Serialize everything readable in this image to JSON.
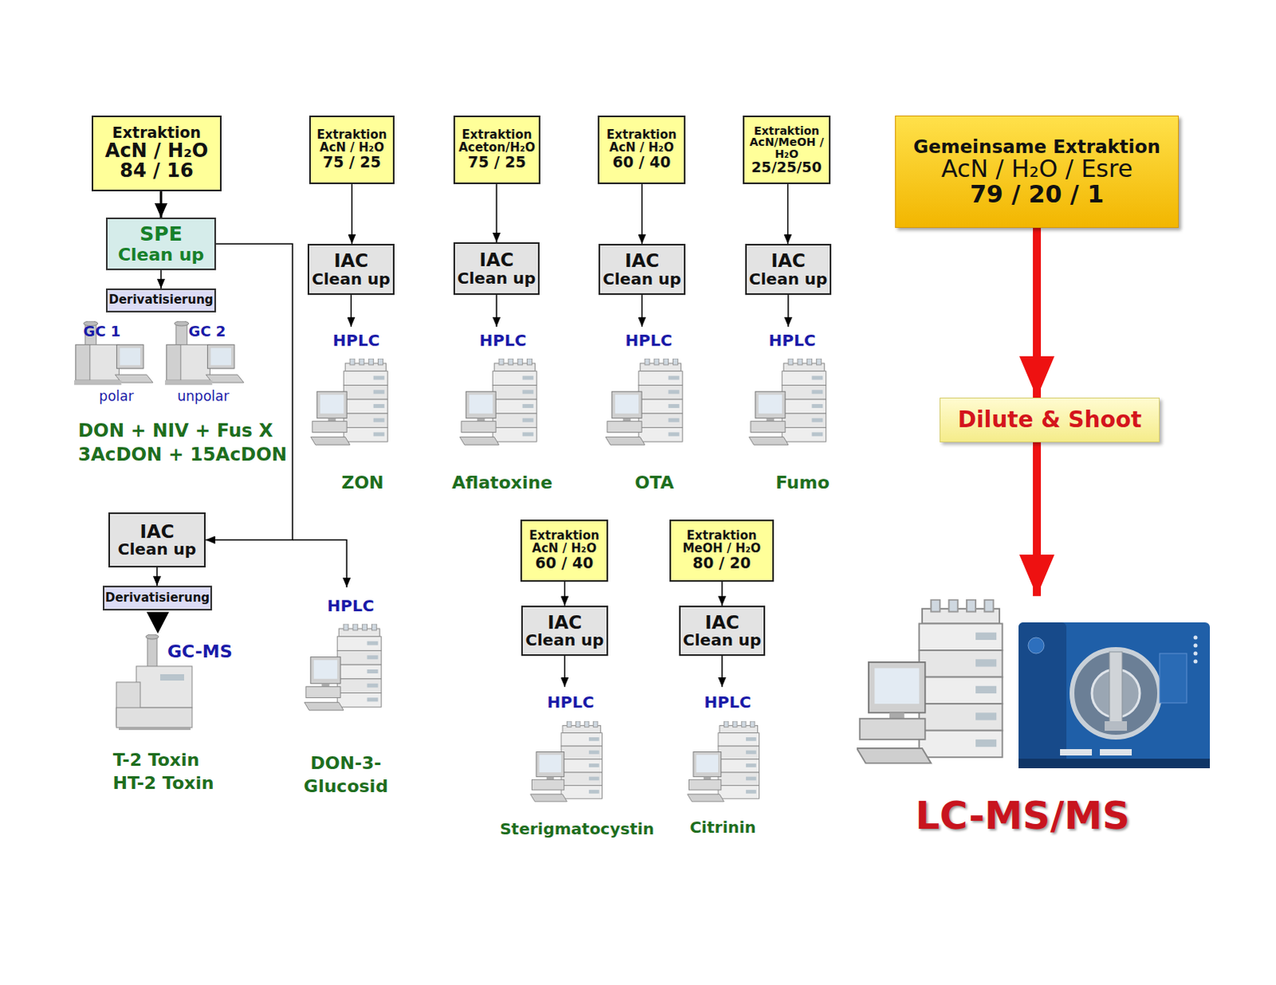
{
  "diagram": {
    "nodes": [
      {
        "text": [
          "Extraktion",
          "AcN / H₂O",
          "84 / 16"
        ]
      },
      {
        "text": [
          "Extraktion",
          "AcN / H₂O",
          "75 / 25"
        ]
      },
      {
        "text": [
          "Extraktion",
          "Aceton/H₂O",
          "75 / 25"
        ]
      },
      {
        "text": [
          "Extraktion",
          "AcN / H₂O",
          "60 / 40"
        ]
      },
      {
        "text": [
          "Extraktion",
          "AcN/MeOH / H₂O",
          "25/25/50"
        ]
      },
      {
        "text": [
          "Gemeinsame Extraktion",
          "AcN / H₂O / Esre",
          "79 / 20 / 1"
        ]
      },
      {
        "text": [
          "SPE",
          "Clean up"
        ]
      },
      {
        "text": [
          "IAC",
          "Clean up"
        ]
      },
      {
        "text": [
          "IAC",
          "Clean up"
        ]
      },
      {
        "text": [
          "IAC",
          "Clean up"
        ]
      },
      {
        "text": [
          "IAC",
          "Clean up"
        ]
      },
      {
        "text": [
          "Derivatisierung"
        ]
      },
      {
        "text": [
          "Dilute & Shoot"
        ]
      },
      {
        "text": [
          "IAC",
          "Clean up"
        ]
      },
      {
        "text": [
          "Extraktion",
          "AcN / H₂O",
          "60 / 40"
        ]
      },
      {
        "text": [
          "Extraktion",
          "MeOH / H₂O",
          "80 / 20"
        ]
      },
      {
        "text": [
          "Derivatisierung"
        ]
      },
      {
        "text": [
          "IAC",
          "Clean up"
        ]
      },
      {
        "text": [
          "IAC",
          "Clean up"
        ]
      }
    ],
    "edges": [
      {
        "from": 0,
        "to": 6,
        "arrow": "to"
      },
      {
        "from": 1,
        "to": 7,
        "arrow": "to"
      },
      {
        "from": 2,
        "to": 8,
        "arrow": "to"
      },
      {
        "from": 3,
        "to": 9,
        "arrow": "to"
      },
      {
        "from": 4,
        "to": 10,
        "arrow": "to"
      },
      {
        "from": 6,
        "to": 11,
        "arrow": "to"
      },
      {
        "from": 5,
        "to": 12,
        "arrow": "to"
      },
      {
        "from": 6,
        "to": 13,
        "arrow": "to"
      },
      {
        "from": 13,
        "to": 16,
        "arrow": "to"
      },
      {
        "from": 14,
        "to": 17,
        "arrow": "to"
      },
      {
        "from": 15,
        "to": 18,
        "arrow": "to"
      }
    ],
    "labels": [
      "GC 1",
      "GC 2",
      "HPLC",
      "HPLC",
      "HPLC",
      "HPLC",
      "polar",
      "unpolar",
      "DON + NIV + Fus X",
      "3AcDON + 15AcDON",
      "ZON",
      "Aflatoxine",
      "OTA",
      "Fumo",
      "HPLC",
      "GC-MS",
      "HPLC",
      "HPLC",
      "T-2 Toxin",
      "DON-3-",
      "HT-2 Toxin",
      "Glucosid",
      "LC-MS/MS",
      "Sterigmatocystin",
      "Citrinin"
    ]
  }
}
